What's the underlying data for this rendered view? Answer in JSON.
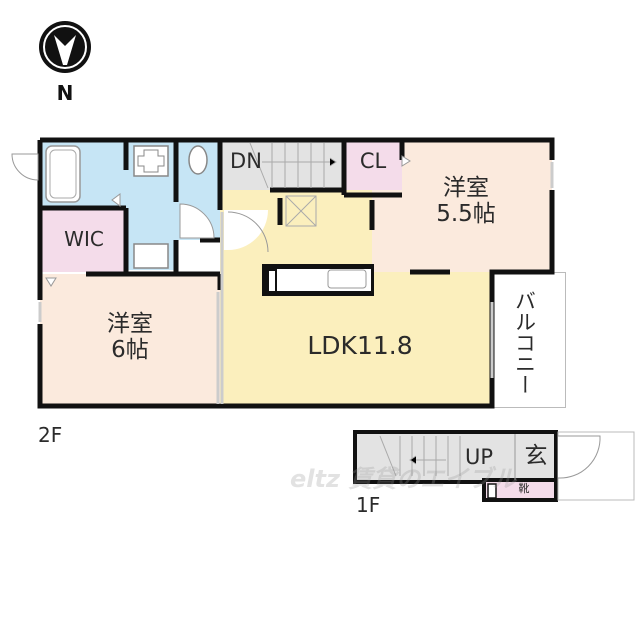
{
  "compass": {
    "label": "N",
    "icon": "north-arrow-icon"
  },
  "floors": {
    "second": {
      "label": "2F",
      "rooms": {
        "wic": "WIC",
        "dn": "DN",
        "cl": "CL",
        "western_room_1": "洋室\n5.5帖",
        "western_room_2": "洋室\n6帖",
        "ldk": "LDK11.8",
        "balcony": "バルコニー"
      }
    },
    "first": {
      "label": "1F",
      "rooms": {
        "up": "UP",
        "entrance": "玄",
        "shoe_box": "靴"
      }
    }
  },
  "watermark": "eltz 賃貸のエイブル",
  "colors": {
    "wall": "#111111",
    "wet_area": "#c6e5f5",
    "closet": "#f4dcea",
    "western_room": "#fbeadd",
    "ldk": "#fbefbd",
    "stairs": "#e3e3e3",
    "balcony": "#ffffff"
  }
}
